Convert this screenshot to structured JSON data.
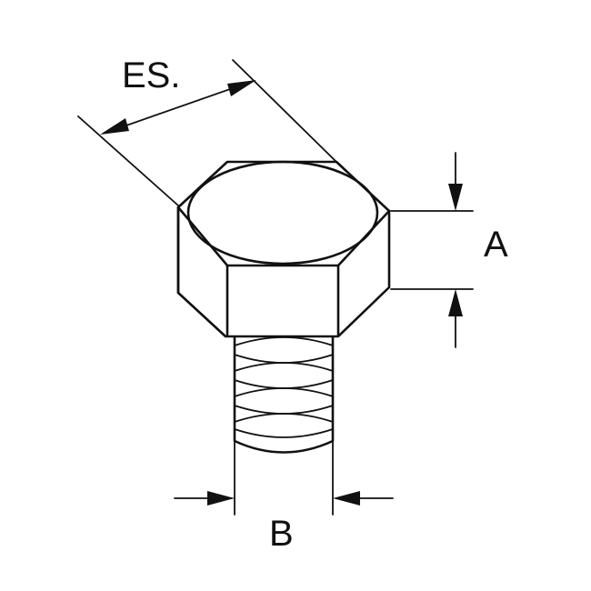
{
  "labels": {
    "across_flats": "ES.",
    "head_height": "A",
    "thread_diameter": "B"
  },
  "colors": {
    "ink": "#111111",
    "background": "#ffffff"
  }
}
